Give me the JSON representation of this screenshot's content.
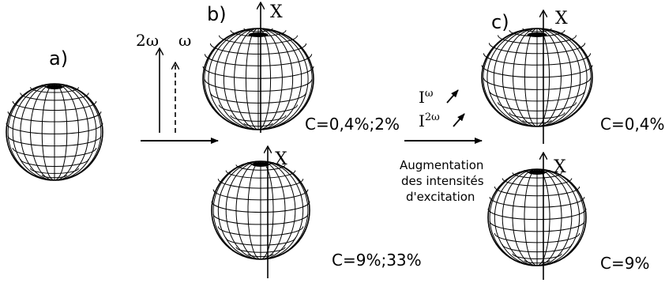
{
  "panels": {
    "a": {
      "label": "a)"
    },
    "b": {
      "label": "b)",
      "axis": "X",
      "top_conc": "C=0,4%;2%",
      "bottom_axis": "X",
      "bottom_conc": "C=9%;33%"
    },
    "c": {
      "label": "c)",
      "axis": "X",
      "top_conc": "C=0,4%",
      "bottom_axis": "X",
      "bottom_conc": "C=9%"
    }
  },
  "beams": {
    "two_omega": "2ω",
    "omega": "ω"
  },
  "intensities": {
    "i_omega_base": "I",
    "i_omega_sup": "ω",
    "i_2omega_base": "I",
    "i_2omega_sup": "2ω",
    "caption_line1": "Augmentation",
    "caption_line2": "des intensités",
    "caption_line3": "d'excitation"
  }
}
